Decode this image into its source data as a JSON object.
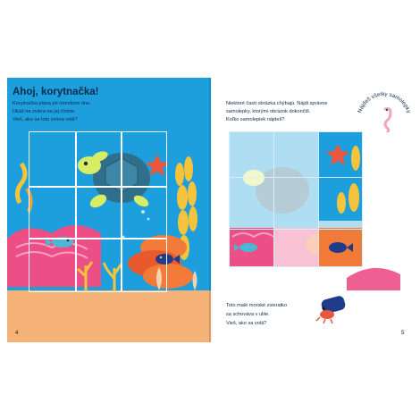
{
  "left_page": {
    "title": "Ahoj, korytnačka!",
    "lines": [
      "Korytnačka pláva pri morskom dne.",
      "Ukáž na zviera na jej chrbte.",
      "Vieš, ako sa toto zviera volá?"
    ],
    "page_number": "4"
  },
  "right_page": {
    "instructions": [
      "Niektoré časti obrázka chýbajú. Nájdi správne",
      "samolepky, ktorými obrázok dokončíš.",
      "Koľko samolepiek nájdeš?"
    ],
    "badge_text": "Nájdeš všetky samolepky",
    "bottom_lines": [
      "Toto malé morské zvieratko",
      "sa schováva v ulite.",
      "Vieš, ako sa volá?"
    ],
    "page_number": "5"
  },
  "colors": {
    "water": "#1c9fdc",
    "sand": "#f4b277",
    "turtle_shell": "#2f6f8c",
    "turtle_skin": "#d8ec66",
    "starfish": "#e9573f",
    "coral_pink": "#ec4f86",
    "coral_orange": "#f27b3a",
    "seaweed_yellow": "#f5c33c",
    "text": "#0d2a4a"
  }
}
